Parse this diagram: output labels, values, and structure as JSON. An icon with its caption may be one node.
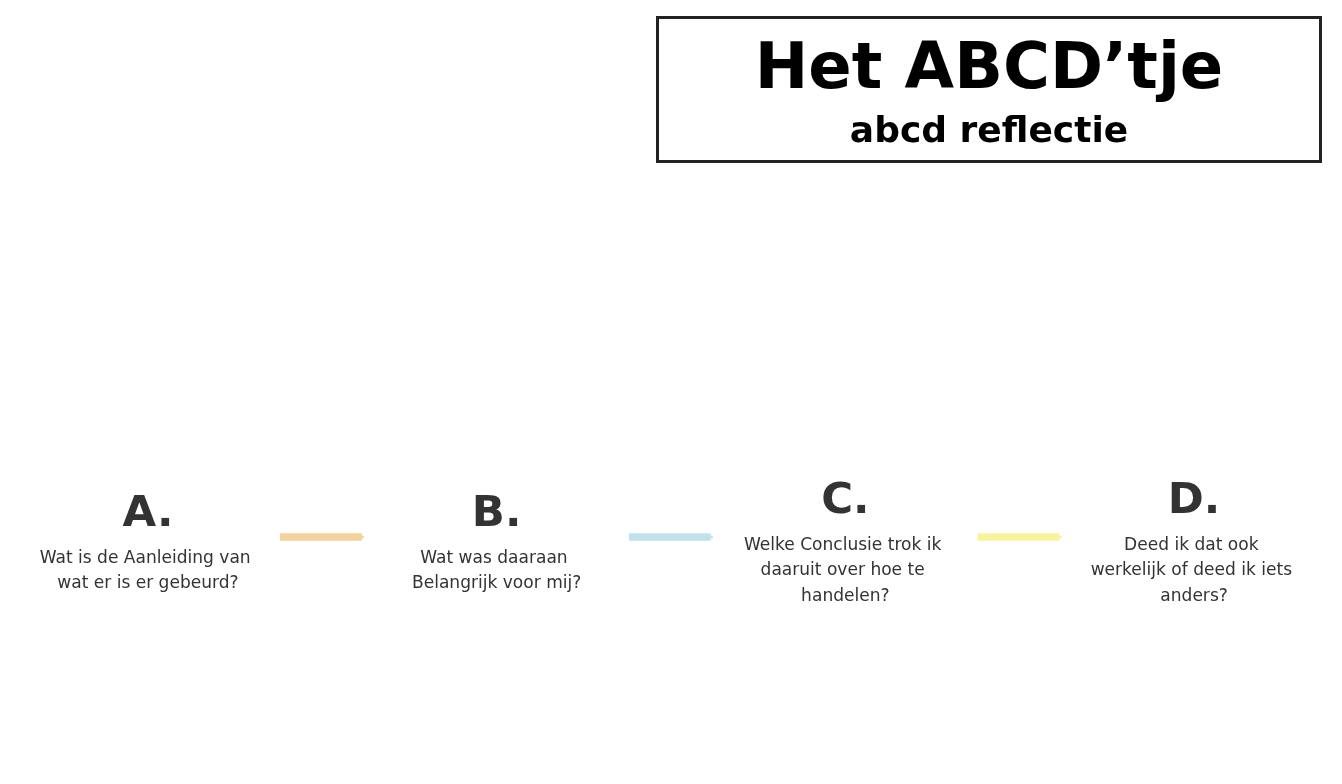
{
  "diagram": {
    "title": "Het ABCD’tje",
    "nodes": [
      {
        "text": [
          "A.",
          "Wat is de Aanleiding van wat er is er gebeurd?"
        ]
      },
      {
        "text": [
          "B.",
          "Wat was daaraan Belangrijk voor mij?"
        ]
      },
      {
        "text": [
          "C.",
          "Welke Conclusie trok ik daaruit over hoe te handelen?"
        ]
      },
      {
        "text": [
          "D.",
          "Deed ik dat ook werkelijk of deed ik iets anders?"
        ]
      }
    ],
    "edges": [
      {
        "from": 0,
        "to": 1,
        "arrow": "to",
        "color": "#f3d29c"
      },
      {
        "from": 1,
        "to": 2,
        "arrow": "to",
        "color": "#bfe2ec"
      },
      {
        "from": 2,
        "to": 3,
        "arrow": "to",
        "color": "#f9f39c"
      }
    ],
    "labels": [
      "abcd reflectie"
    ]
  }
}
